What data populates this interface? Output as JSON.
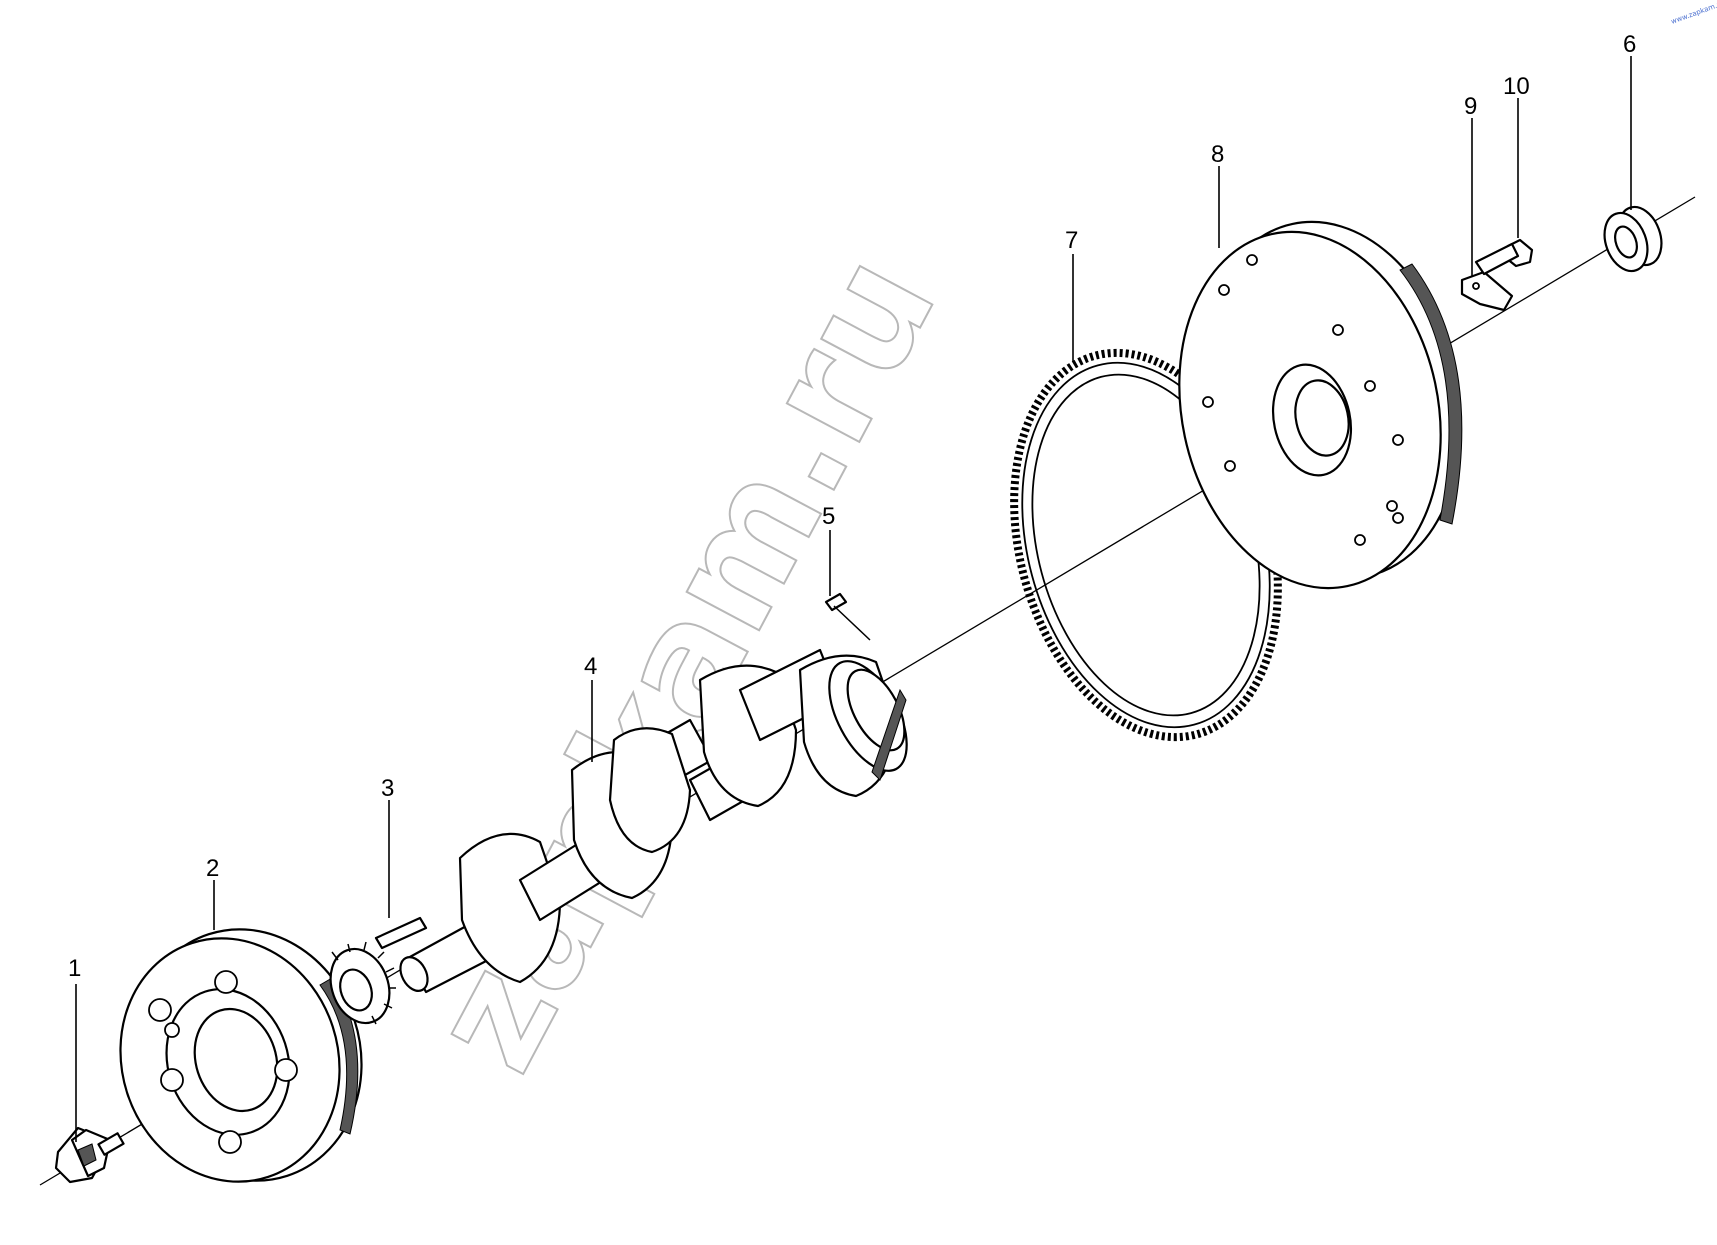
{
  "diagram": {
    "callouts": [
      {
        "id": "1",
        "label": "1"
      },
      {
        "id": "2",
        "label": "2"
      },
      {
        "id": "3",
        "label": "3"
      },
      {
        "id": "4",
        "label": "4"
      },
      {
        "id": "5",
        "label": "5"
      },
      {
        "id": "6",
        "label": "6"
      },
      {
        "id": "7",
        "label": "7"
      },
      {
        "id": "8",
        "label": "8"
      },
      {
        "id": "9",
        "label": "9"
      },
      {
        "id": "10",
        "label": "10"
      }
    ],
    "watermark": "zapkam.ru",
    "corner_mark": "www.zapkam.ru"
  },
  "colors": {
    "line": "#000000",
    "watermark": "#b8b8b8",
    "corner_mark": "#4a6fd0"
  }
}
